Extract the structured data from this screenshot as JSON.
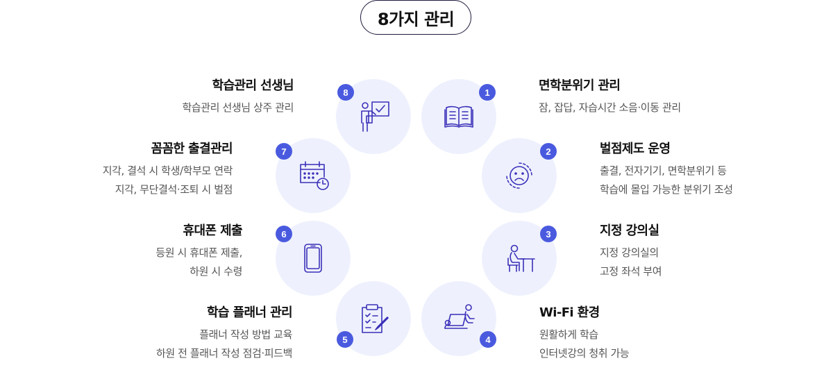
{
  "header": {
    "title": "8가지 관리"
  },
  "items": [
    {
      "num": "1",
      "title": "면학분위기 관리",
      "lines": [
        "잠, 잡답, 자습시간 소음·이동 관리"
      ],
      "icon": "open-book-icon"
    },
    {
      "num": "2",
      "title": "벌점제도 운영",
      "lines": [
        "출결, 전자기기, 면학분위기 등",
        "학습에 몰입 가능한 분위기 조성"
      ],
      "icon": "sad-face-icon"
    },
    {
      "num": "3",
      "title": "지정 강의실",
      "lines": [
        "지정 강의실의",
        "고정 좌석 부여"
      ],
      "icon": "seated-student-icon"
    },
    {
      "num": "4",
      "title": "Wi-Fi 환경",
      "lines": [
        "원활하게 학습",
        "인터넷강의 청취 가능"
      ],
      "icon": "laptop-study-icon"
    },
    {
      "num": "5",
      "title": "학습 플래너 관리",
      "lines": [
        "플래너 작성 방법 교육",
        "하원 전 플래너 작성 점검·피드백"
      ],
      "icon": "clipboard-pencil-icon"
    },
    {
      "num": "6",
      "title": "휴대폰 제출",
      "lines": [
        "등원 시 휴대폰 제출,",
        "하원 시 수령"
      ],
      "icon": "smartphone-icon"
    },
    {
      "num": "7",
      "title": "꼼꼼한 출결관리",
      "lines": [
        "지각, 결석 시 학생/학부모 연락",
        "지각, 무단결석·조퇴 시 벌점"
      ],
      "icon": "calendar-clock-icon"
    },
    {
      "num": "8",
      "title": "학습관리 선생님",
      "lines": [
        "학습관리 선생님 상주 관리"
      ],
      "icon": "teacher-board-icon"
    }
  ],
  "colors": {
    "accent": "#4a5adf",
    "circle_bg": "#eef1fd",
    "icon_stroke": "#3a2fb8"
  }
}
